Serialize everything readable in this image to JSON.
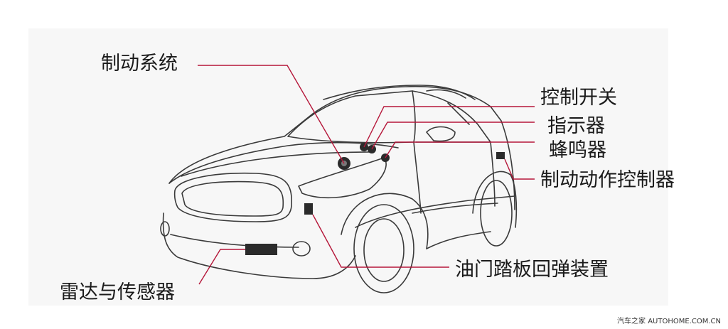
{
  "labels": {
    "brake_system": "制动系统",
    "control_switch": "控制开关",
    "indicator": "指示器",
    "buzzer": "蜂鸣器",
    "brake_controller": "制动动作控制器",
    "throttle_return": "油门踏板回弹装置",
    "radar_sensor": "雷达与传感器"
  },
  "watermark": "汽车之家  AUTOHOME.COM.CN",
  "colors": {
    "leader_line": "#b5173a",
    "car_outline": "#3a3a3a",
    "background_panel": "#f7f7f7",
    "component_fill": "#2b2b2b"
  }
}
